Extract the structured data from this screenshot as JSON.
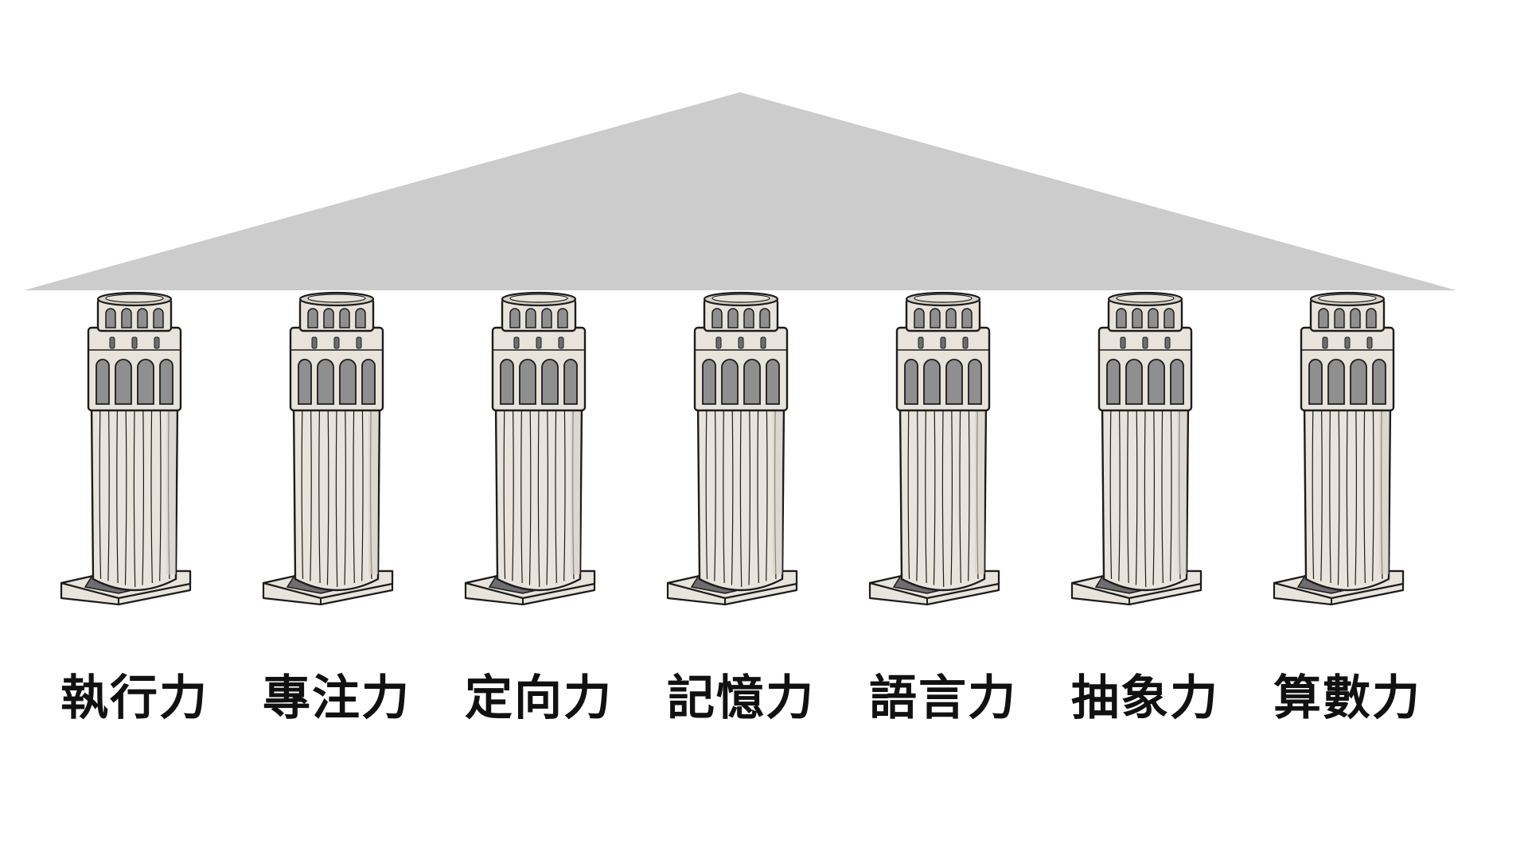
{
  "colors": {
    "background": "#ffffff",
    "roof": "#cccccc",
    "stone": "#e8e4dc",
    "stone_shadow": "#d6d1c6",
    "window": "#8f8f8f",
    "window_dark": "#6e6e6e",
    "outline": "#1c1c1c",
    "label": "#111111"
  },
  "pillars": [
    {
      "label": "執行力"
    },
    {
      "label": "專注力"
    },
    {
      "label": "定向力"
    },
    {
      "label": "記憶力"
    },
    {
      "label": "語言力"
    },
    {
      "label": "抽象力"
    },
    {
      "label": "算數力"
    }
  ]
}
